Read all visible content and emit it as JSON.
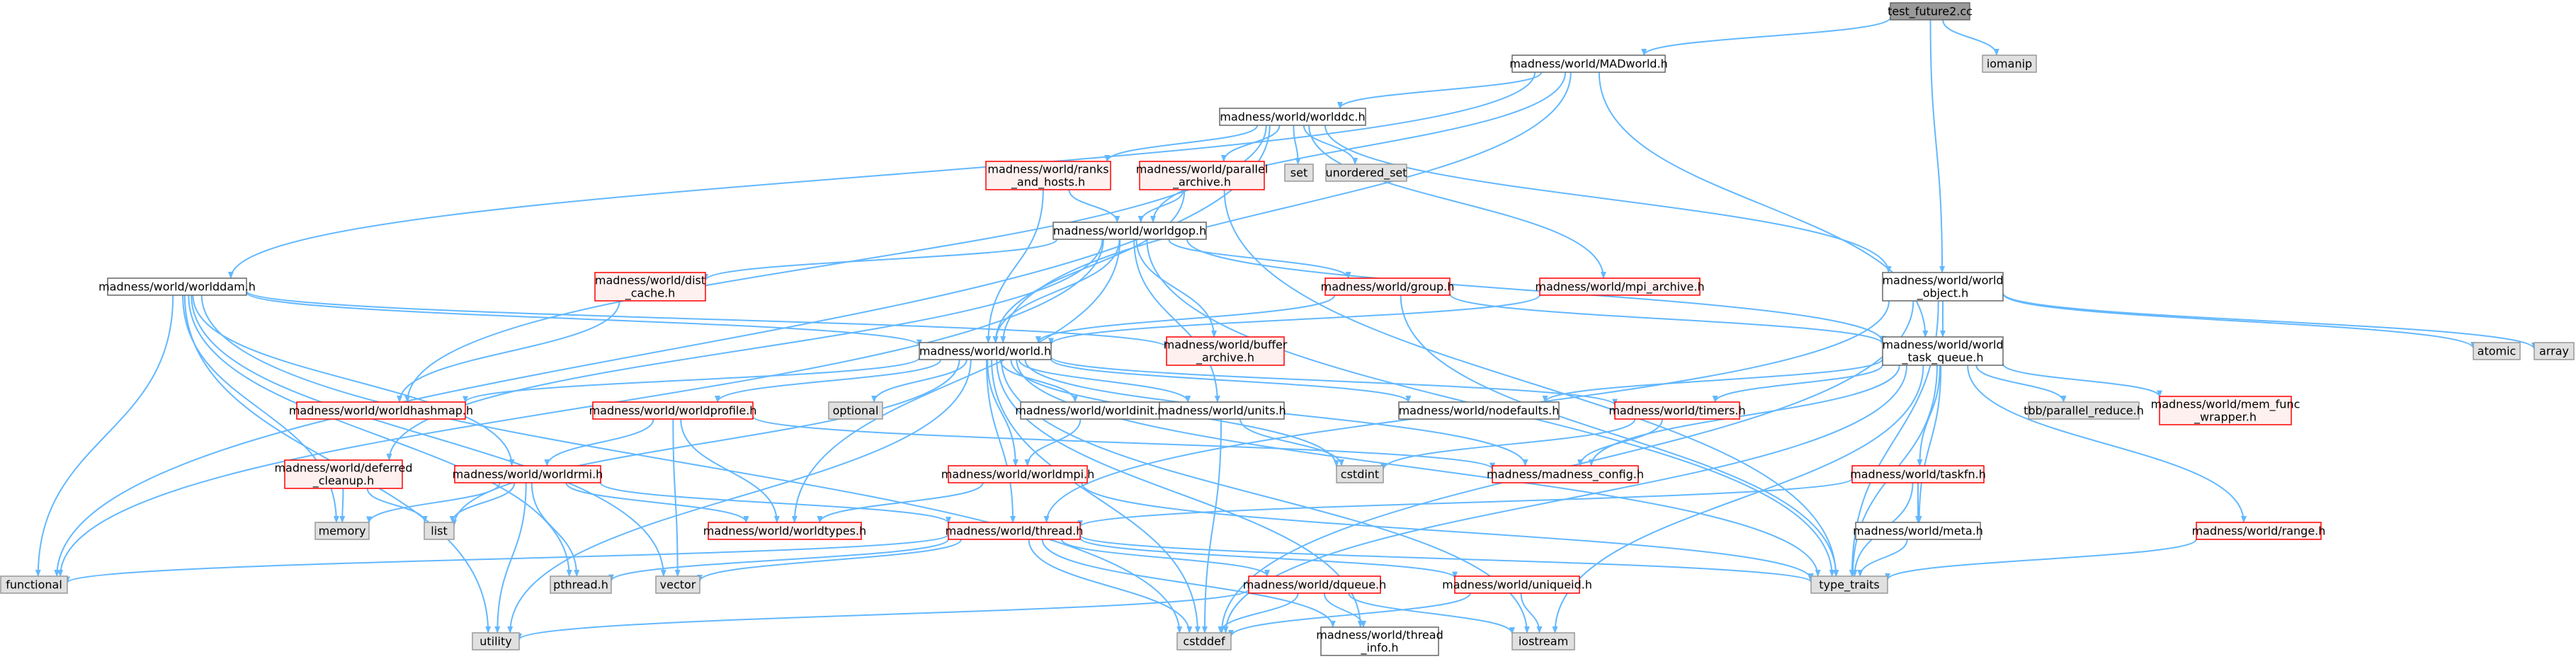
{
  "colors": {
    "edge": "#63b8ff",
    "root_fill": "#999999",
    "node_border_normal": "#666666",
    "node_border_missing": "#ff0000",
    "node_fill_missing": "#fff0f0",
    "node_fill_system": "#e0e0e0",
    "node_border_system": "#999999",
    "text": "#000000",
    "red_text": "#000000"
  },
  "nodes": [
    {
      "id": "root",
      "kind": "root",
      "lines": [
        "test_future2.cc"
      ]
    },
    {
      "id": "iomanip",
      "kind": "system",
      "lines": [
        "iomanip"
      ]
    },
    {
      "id": "madworld",
      "kind": "normal",
      "lines": [
        "madness/world/MADworld.h"
      ]
    },
    {
      "id": "worlddc",
      "kind": "normal",
      "lines": [
        "madness/world/worlddc.h"
      ]
    },
    {
      "id": "ranks",
      "kind": "missing",
      "lines": [
        "madness/world/ranks",
        "_and_hosts.h"
      ]
    },
    {
      "id": "parallel",
      "kind": "missing",
      "lines": [
        "madness/world/parallel",
        "_archive.h"
      ]
    },
    {
      "id": "set",
      "kind": "system",
      "lines": [
        "set"
      ]
    },
    {
      "id": "unordered_set",
      "kind": "system",
      "lines": [
        "unordered_set"
      ]
    },
    {
      "id": "worldgop",
      "kind": "normal",
      "lines": [
        "madness/world/worldgop.h"
      ]
    },
    {
      "id": "worlddam",
      "kind": "normal",
      "lines": [
        "madness/world/worlddam.h"
      ]
    },
    {
      "id": "dist_cache",
      "kind": "missing",
      "lines": [
        "madness/world/dist",
        "_cache.h"
      ]
    },
    {
      "id": "group",
      "kind": "missing",
      "lines": [
        "madness/world/group.h"
      ]
    },
    {
      "id": "mpi_archive",
      "kind": "missing",
      "lines": [
        "madness/world/mpi_archive.h"
      ]
    },
    {
      "id": "world_object",
      "kind": "normal",
      "lines": [
        "madness/world/world",
        "_object.h"
      ]
    },
    {
      "id": "atomic",
      "kind": "system",
      "lines": [
        "atomic"
      ]
    },
    {
      "id": "array",
      "kind": "system",
      "lines": [
        "array"
      ]
    },
    {
      "id": "buffer",
      "kind": "missing",
      "lines": [
        "madness/world/buffer",
        "_archive.h"
      ]
    },
    {
      "id": "world",
      "kind": "normal",
      "lines": [
        "madness/world/world.h"
      ]
    },
    {
      "id": "task_queue",
      "kind": "normal",
      "lines": [
        "madness/world/world",
        "_task_queue.h"
      ]
    },
    {
      "id": "hashmap",
      "kind": "missing",
      "lines": [
        "madness/world/worldhashmap.h"
      ]
    },
    {
      "id": "optional",
      "kind": "system",
      "lines": [
        "optional"
      ]
    },
    {
      "id": "profile",
      "kind": "missing",
      "lines": [
        "madness/world/worldprofile.h"
      ]
    },
    {
      "id": "worldinit",
      "kind": "normal",
      "lines": [
        "madness/world/worldinit.h"
      ]
    },
    {
      "id": "units",
      "kind": "normal",
      "lines": [
        "madness/world/units.h"
      ]
    },
    {
      "id": "nodefaults",
      "kind": "normal",
      "lines": [
        "madness/world/nodefaults.h"
      ]
    },
    {
      "id": "timers",
      "kind": "missing",
      "lines": [
        "madness/world/timers.h"
      ]
    },
    {
      "id": "tbb",
      "kind": "system",
      "lines": [
        "tbb/parallel_reduce.h"
      ]
    },
    {
      "id": "mem_func",
      "kind": "missing",
      "lines": [
        "madness/world/mem_func",
        "_wrapper.h"
      ]
    },
    {
      "id": "deferred",
      "kind": "missing",
      "lines": [
        "madness/world/deferred",
        "_cleanup.h"
      ]
    },
    {
      "id": "worldrmi",
      "kind": "missing",
      "lines": [
        "madness/world/worldrmi.h"
      ]
    },
    {
      "id": "worldmpi",
      "kind": "missing",
      "lines": [
        "madness/world/worldmpi.h"
      ]
    },
    {
      "id": "cstdint",
      "kind": "system",
      "lines": [
        "cstdint"
      ]
    },
    {
      "id": "config",
      "kind": "missing",
      "lines": [
        "madness/madness_config.h"
      ]
    },
    {
      "id": "taskfn",
      "kind": "missing",
      "lines": [
        "madness/world/taskfn.h"
      ]
    },
    {
      "id": "memory",
      "kind": "system",
      "lines": [
        "memory"
      ]
    },
    {
      "id": "list",
      "kind": "system",
      "lines": [
        "list"
      ]
    },
    {
      "id": "worldtypes",
      "kind": "missing",
      "lines": [
        "madness/world/worldtypes.h"
      ]
    },
    {
      "id": "thread",
      "kind": "missing",
      "lines": [
        "madness/world/thread.h"
      ]
    },
    {
      "id": "meta",
      "kind": "normal",
      "lines": [
        "madness/world/meta.h"
      ]
    },
    {
      "id": "range",
      "kind": "missing",
      "lines": [
        "madness/world/range.h"
      ]
    },
    {
      "id": "functional",
      "kind": "system",
      "lines": [
        "functional"
      ]
    },
    {
      "id": "pthread",
      "kind": "system",
      "lines": [
        "pthread.h"
      ]
    },
    {
      "id": "vector",
      "kind": "system",
      "lines": [
        "vector"
      ]
    },
    {
      "id": "type_traits",
      "kind": "system",
      "lines": [
        "type_traits"
      ]
    },
    {
      "id": "dqueue",
      "kind": "missing",
      "lines": [
        "madness/world/dqueue.h"
      ]
    },
    {
      "id": "uniqueid",
      "kind": "missing",
      "lines": [
        "madness/world/uniqueid.h"
      ]
    },
    {
      "id": "utility",
      "kind": "system",
      "lines": [
        "utility"
      ]
    },
    {
      "id": "cstddef",
      "kind": "system",
      "lines": [
        "cstddef"
      ]
    },
    {
      "id": "thread_info",
      "kind": "normal",
      "lines": [
        "madness/world/thread",
        "_info.h"
      ]
    },
    {
      "id": "iostream",
      "kind": "system",
      "lines": [
        "iostream"
      ]
    }
  ],
  "edges": [
    [
      "root",
      "madworld"
    ],
    [
      "root",
      "iomanip"
    ],
    [
      "root",
      "world_object"
    ],
    [
      "madworld",
      "worlddc"
    ],
    [
      "madworld",
      "worldgop"
    ],
    [
      "madworld",
      "world"
    ],
    [
      "madworld",
      "worlddam"
    ],
    [
      "madworld",
      "task_queue"
    ],
    [
      "worlddc",
      "ranks"
    ],
    [
      "worlddc",
      "parallel"
    ],
    [
      "worlddc",
      "set"
    ],
    [
      "worlddc",
      "unordered_set"
    ],
    [
      "worlddc",
      "functional"
    ],
    [
      "worlddc",
      "hashmap"
    ],
    [
      "worlddc",
      "world_object"
    ],
    [
      "worlddc",
      "mpi_archive"
    ],
    [
      "ranks",
      "worldgop"
    ],
    [
      "ranks",
      "world"
    ],
    [
      "parallel",
      "worldgop"
    ],
    [
      "parallel",
      "world"
    ],
    [
      "parallel",
      "type_traits"
    ],
    [
      "worldgop",
      "dist_cache"
    ],
    [
      "worldgop",
      "group"
    ],
    [
      "worldgop",
      "world"
    ],
    [
      "worldgop",
      "buffer"
    ],
    [
      "worldgop",
      "task_queue"
    ],
    [
      "worldgop",
      "functional"
    ],
    [
      "worldgop",
      "units"
    ],
    [
      "worldgop",
      "deferred"
    ],
    [
      "worldgop",
      "worldtypes"
    ],
    [
      "worldgop",
      "type_traits"
    ],
    [
      "worlddam",
      "world"
    ],
    [
      "worlddam",
      "worldrmi"
    ],
    [
      "worlddam",
      "buffer"
    ],
    [
      "worlddam",
      "memory"
    ],
    [
      "worlddam",
      "pthread"
    ],
    [
      "worlddam",
      "vector"
    ],
    [
      "worlddam",
      "cstddef"
    ],
    [
      "worlddam",
      "utility"
    ],
    [
      "worlddam",
      "functional"
    ],
    [
      "dist_cache",
      "hashmap"
    ],
    [
      "group",
      "world"
    ],
    [
      "group",
      "task_queue"
    ],
    [
      "group",
      "type_traits"
    ],
    [
      "mpi_archive",
      "world"
    ],
    [
      "world_object",
      "task_queue"
    ],
    [
      "world_object",
      "atomic"
    ],
    [
      "world_object",
      "array"
    ],
    [
      "world_object",
      "type_traits"
    ],
    [
      "world_object",
      "thread"
    ],
    [
      "world_object",
      "cstddef"
    ],
    [
      "world",
      "hashmap"
    ],
    [
      "world",
      "optional"
    ],
    [
      "world",
      "profile"
    ],
    [
      "world",
      "worldinit"
    ],
    [
      "world",
      "units"
    ],
    [
      "world",
      "nodefaults"
    ],
    [
      "world",
      "cstdint"
    ],
    [
      "world",
      "config"
    ],
    [
      "world",
      "worldmpi"
    ],
    [
      "world",
      "thread"
    ],
    [
      "world",
      "list"
    ],
    [
      "world",
      "utility"
    ],
    [
      "world",
      "cstddef"
    ],
    [
      "world",
      "type_traits"
    ],
    [
      "world",
      "iostream"
    ],
    [
      "world",
      "thread_info"
    ],
    [
      "world",
      "timers"
    ],
    [
      "task_queue",
      "nodefaults"
    ],
    [
      "task_queue",
      "timers"
    ],
    [
      "task_queue",
      "tbb"
    ],
    [
      "task_queue",
      "mem_func"
    ],
    [
      "task_queue",
      "taskfn"
    ],
    [
      "task_queue",
      "meta"
    ],
    [
      "task_queue",
      "range"
    ],
    [
      "task_queue",
      "config"
    ],
    [
      "task_queue",
      "type_traits"
    ],
    [
      "task_queue",
      "iostream"
    ],
    [
      "task_queue",
      "cstddef"
    ],
    [
      "profile",
      "worldrmi"
    ],
    [
      "profile",
      "worldtypes"
    ],
    [
      "profile",
      "vector"
    ],
    [
      "profile",
      "config"
    ],
    [
      "worldinit",
      "worldmpi"
    ],
    [
      "units",
      "cstdint"
    ],
    [
      "units",
      "cstddef"
    ],
    [
      "timers",
      "config"
    ],
    [
      "timers",
      "cstdint"
    ],
    [
      "deferred",
      "memory"
    ],
    [
      "deferred",
      "list"
    ],
    [
      "worldrmi",
      "memory"
    ],
    [
      "worldrmi",
      "list"
    ],
    [
      "worldrmi",
      "worldtypes"
    ],
    [
      "worldrmi",
      "thread"
    ],
    [
      "worldrmi",
      "pthread"
    ],
    [
      "worldrmi",
      "utility"
    ],
    [
      "worldmpi",
      "worldtypes"
    ],
    [
      "worldmpi",
      "type_traits"
    ],
    [
      "taskfn",
      "thread"
    ],
    [
      "taskfn",
      "meta"
    ],
    [
      "taskfn",
      "type_traits"
    ],
    [
      "meta",
      "type_traits"
    ],
    [
      "range",
      "type_traits"
    ],
    [
      "thread",
      "functional"
    ],
    [
      "thread",
      "pthread"
    ],
    [
      "thread",
      "vector"
    ],
    [
      "thread",
      "type_traits"
    ],
    [
      "thread",
      "dqueue"
    ],
    [
      "thread",
      "uniqueid"
    ],
    [
      "thread",
      "cstddef"
    ],
    [
      "thread",
      "thread_info"
    ],
    [
      "dqueue",
      "utility"
    ],
    [
      "dqueue",
      "cstddef"
    ],
    [
      "dqueue",
      "iostream"
    ],
    [
      "dqueue",
      "thread_info"
    ],
    [
      "uniqueid",
      "cstddef"
    ],
    [
      "uniqueid",
      "iostream"
    ]
  ]
}
